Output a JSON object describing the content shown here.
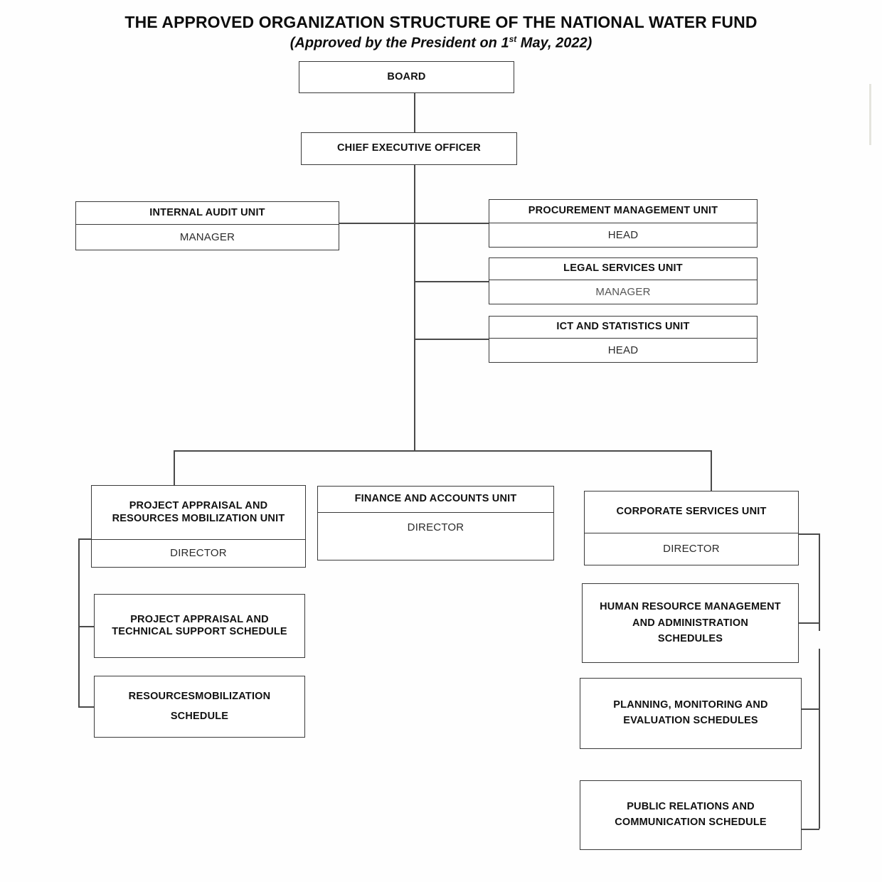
{
  "title": {
    "main": "THE APPROVED ORGANIZATION STRUCTURE OF THE NATIONAL WATER FUND",
    "sub_before": "(Approved by  the President on 1",
    "sub_sup": "st",
    "sub_after": " May, 2022)"
  },
  "nodes": {
    "board": {
      "name": "BOARD"
    },
    "ceo": {
      "name": "CHIEF EXECUTIVE OFFICER"
    },
    "internal_audit": {
      "name": "INTERNAL AUDIT UNIT",
      "role": "MANAGER"
    },
    "procurement": {
      "name": "PROCUREMENT MANAGEMENT UNIT",
      "role": "HEAD"
    },
    "legal": {
      "name": "LEGAL SERVICES UNIT",
      "role": "MANAGER"
    },
    "ict": {
      "name": "ICT AND STATISTICS UNIT",
      "role": "HEAD"
    },
    "project_appraisal_unit": {
      "name_line1": "PROJECT APPRAISAL AND",
      "name_line2": "RESOURCES   MOBILIZATION UNIT",
      "role": "DIRECTOR"
    },
    "finance": {
      "name": "FINANCE AND ACCOUNTS UNIT",
      "role": "DIRECTOR"
    },
    "corporate": {
      "name": "CORPORATE SERVICES UNIT",
      "role": "DIRECTOR"
    },
    "tech_support_schedule": {
      "line1": "PROJECT APPRAISAL AND",
      "line2": "TECHNICAL SUPPORT SCHEDULE"
    },
    "resources_mobilization_schedule": {
      "line1": "RESOURCESMOBILIZATION",
      "line2": "SCHEDULE"
    },
    "hrm_schedules": {
      "line1": "HUMAN RESOURCE MANAGEMENT",
      "line2": "AND ADMINISTRATION",
      "line3": "SCHEDULES"
    },
    "pme_schedules": {
      "line1": "PLANNING, MONITORING AND",
      "line2": "EVALUATION SCHEDULES"
    },
    "pr_schedule": {
      "line1": "PUBLIC RELATIONS AND",
      "line2": "COMMUNICATION SCHEDULE"
    }
  },
  "colors": {
    "line": "#4a4a4a",
    "border": "#3a3a3a",
    "text": "#111111",
    "background": "#fefefe"
  }
}
